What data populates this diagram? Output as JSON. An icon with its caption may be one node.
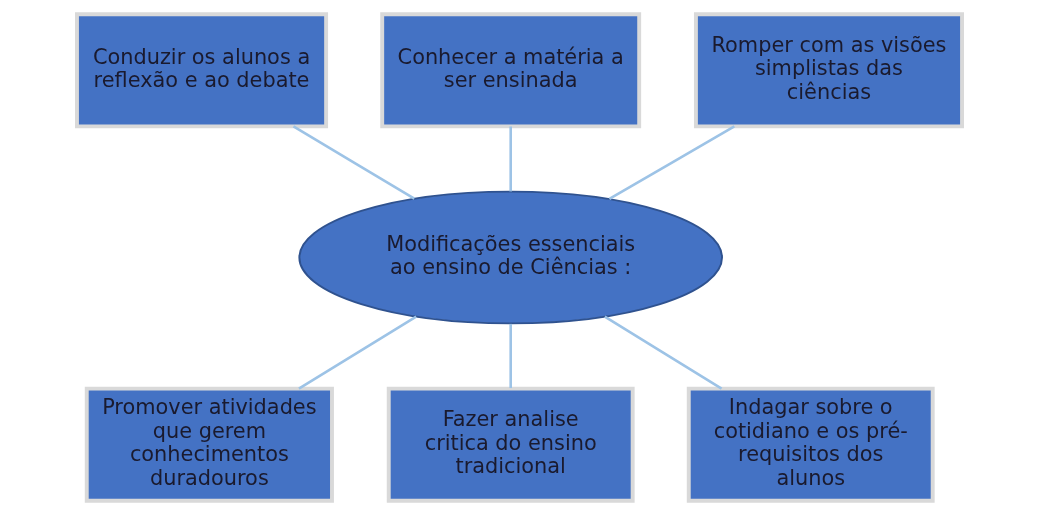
{
  "diagram": {
    "nodes": [
      {
        "text": [
          "Conduzir os alunos a reflexão e ao debate"
        ]
      },
      {
        "text": [
          "Conhecer a matéria a ser ensinada"
        ]
      },
      {
        "text": [
          "Romper com as visões simplistas das ciências"
        ]
      },
      {
        "text": [
          "Modificações essenciais ao ensino de Ciências :"
        ]
      },
      {
        "text": [
          "Promover atividades que gerem conhecimentos duradouros"
        ]
      },
      {
        "text": [
          "Fazer analise critica do ensino tradicional"
        ]
      },
      {
        "text": [
          "Indagar sobre o cotidiano e os pré-requisitos dos alunos"
        ]
      }
    ],
    "edges": [
      {
        "from": 0,
        "to": 3,
        "arrow": "none"
      },
      {
        "from": 1,
        "to": 3,
        "arrow": "none"
      },
      {
        "from": 2,
        "to": 3,
        "arrow": "none"
      },
      {
        "from": 3,
        "to": 4,
        "arrow": "none"
      },
      {
        "from": 3,
        "to": 5,
        "arrow": "none"
      },
      {
        "from": 3,
        "to": 6,
        "arrow": "none"
      }
    ]
  }
}
